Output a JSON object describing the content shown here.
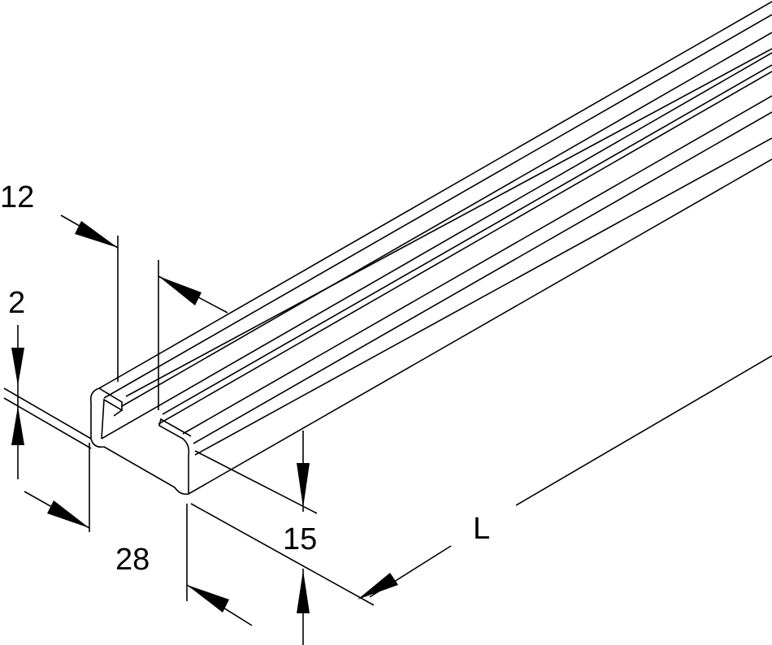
{
  "dimensions": {
    "flange_width": "12",
    "thickness": "2",
    "width": "28",
    "height": "15",
    "length": "L"
  }
}
